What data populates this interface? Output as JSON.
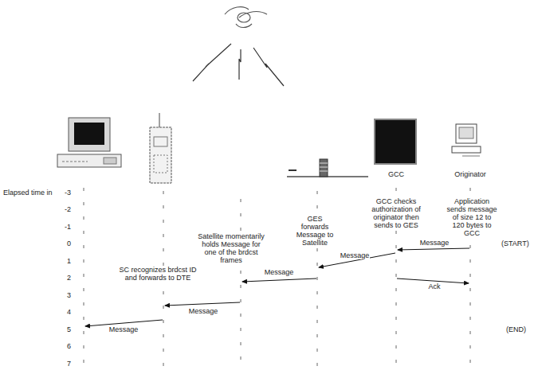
{
  "diagram": {
    "labels": [
      "Elapsed time in",
      "-3",
      "-2",
      "-1",
      "0",
      "1",
      "2",
      "3",
      "4",
      "5",
      "6",
      "7",
      "GCC",
      "Originator",
      "Application sends message of size 12 to 120 bytes to GCC",
      "GCC checks authorization of originator then sends to GES",
      "GES forwards Message to Satellite",
      "Satellite momentarily holds Message for one of the brdcst frames",
      "SC recognizes brdcst ID and forwards to DTE",
      "Message",
      "Message",
      "Message",
      "Ack",
      "Message",
      "Message",
      "(START)",
      "(END)"
    ]
  }
}
